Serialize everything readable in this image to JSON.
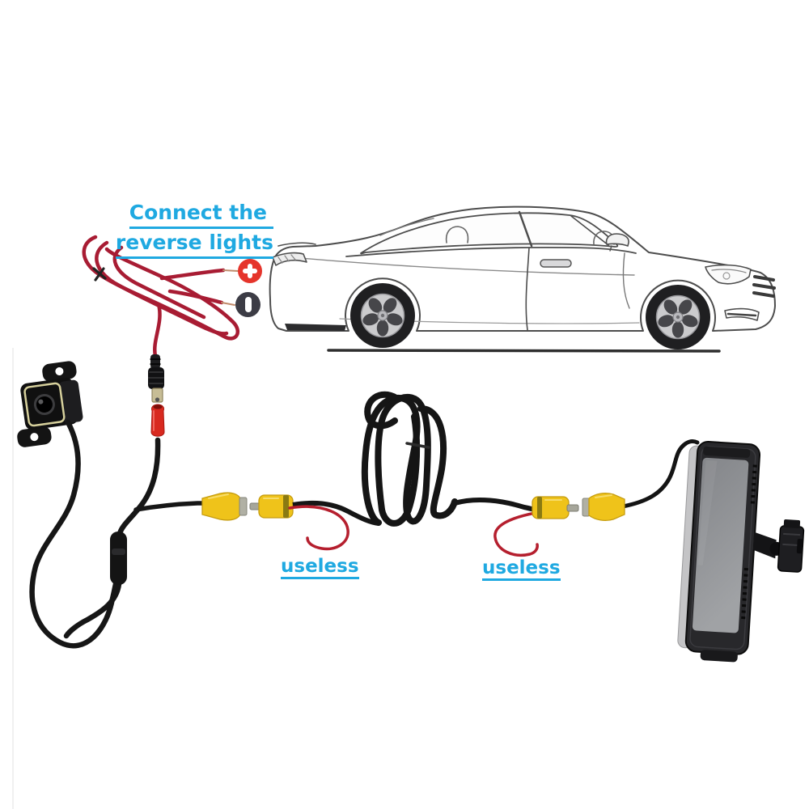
{
  "labels": {
    "connect_reverse_lights": {
      "line1": "Connect the",
      "line2": "reverse lights"
    },
    "useless_1": "useless",
    "useless_2": "useless"
  },
  "icons": {
    "positive_terminal": "plus-icon",
    "negative_terminal": "minus-icon",
    "camera": "rear-camera-icon",
    "car": "car-side-view-icon",
    "monitor": "monitor-with-mount-icon"
  },
  "colors": {
    "background": "#ffffff",
    "label_blue": "#1fa9e1",
    "positive_badge_red": "#e5342b",
    "negative_badge_dark": "#3c3c45",
    "power_wire_red": "#a81c33",
    "rca_plug_yellow": "#efc31a",
    "cable_black": "#161616",
    "monitor_screen_gray": "#8c8e91",
    "car_line_gray": "#4d4d4d"
  }
}
